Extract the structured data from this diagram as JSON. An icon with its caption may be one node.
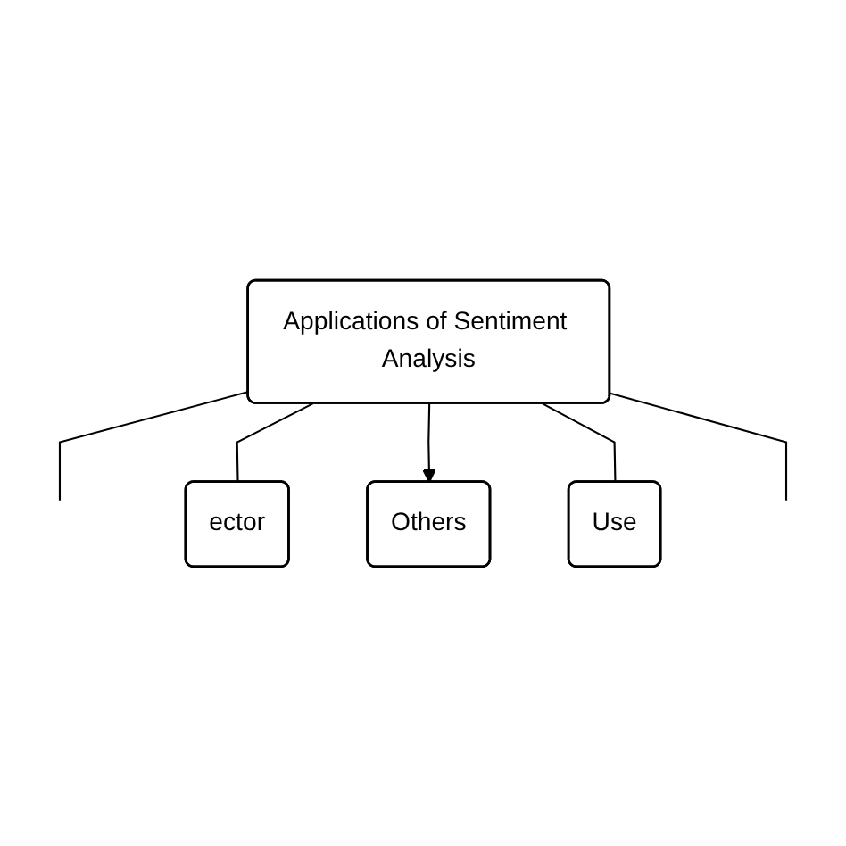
{
  "diagram": {
    "nodes": [
      {
        "text": [
          "Applications of Sentiment Analysis"
        ]
      },
      {
        "text": [
          "ector"
        ]
      },
      {
        "text": [
          "Others"
        ]
      },
      {
        "text": [
          "Use"
        ]
      }
    ],
    "edges": [
      {
        "from": 0,
        "to": null,
        "arrow": "none"
      },
      {
        "from": 0,
        "to": 1,
        "arrow": "none"
      },
      {
        "from": 0,
        "to": 2,
        "arrow": "to"
      },
      {
        "from": 0,
        "to": 3,
        "arrow": "none"
      },
      {
        "from": 0,
        "to": null,
        "arrow": "none"
      }
    ]
  }
}
